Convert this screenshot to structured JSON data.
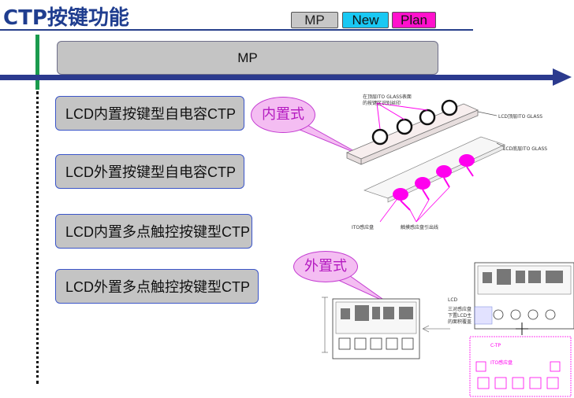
{
  "header": {
    "title": "CTP按键功能"
  },
  "legend": {
    "mp": "MP",
    "new": "New",
    "plan": "Plan"
  },
  "timeline": {
    "mp_label": "MP"
  },
  "features": [
    {
      "label": "LCD内置按键型自电容CTP"
    },
    {
      "label": "LCD外置按键型自电容CTP"
    },
    {
      "label": "LCD内置多点触控按键型CTP"
    },
    {
      "label": "LCD外置多点触控按键型CTP"
    }
  ],
  "callouts": {
    "inner": "内置式",
    "outer": "外置式"
  },
  "diagram_top": {
    "note_line1": "在顶层ITO GLASS表面",
    "note_line2": "的按键区识别丝印",
    "top_glass": "LCD顶层ITO GLASS",
    "bottom_glass": "LCD底层ITO GLASS",
    "pad_label": "ITO感应盘",
    "lead_label": "触摸感应盘引出线"
  },
  "diagram_bottom": {
    "lcd_label": "LCD",
    "note_line1": "三对感应盘",
    "note_line2": "下置LCD主",
    "note_line3": "的面积覆盖",
    "ctp_label": "C-TP",
    "pad_label": "ITO感应盘"
  },
  "colors": {
    "title": "#1f3d8f",
    "timeline": "#2b3a8e",
    "accent_green": "#1a9b4e",
    "magenta": "#ff00ee"
  }
}
